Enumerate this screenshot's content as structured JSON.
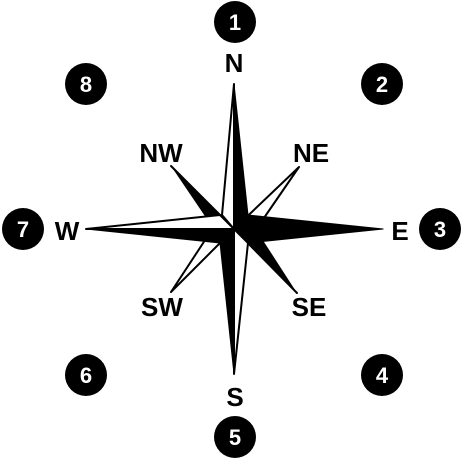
{
  "colors": {
    "ink": "#000000",
    "paper": "#ffffff"
  },
  "directions": [
    {
      "key": "n",
      "label": "N"
    },
    {
      "key": "ne",
      "label": "NE"
    },
    {
      "key": "e",
      "label": "E"
    },
    {
      "key": "se",
      "label": "SE"
    },
    {
      "key": "s",
      "label": "S"
    },
    {
      "key": "sw",
      "label": "SW"
    },
    {
      "key": "w",
      "label": "W"
    },
    {
      "key": "nw",
      "label": "NW"
    }
  ],
  "markers": [
    {
      "key": "n",
      "number": "1"
    },
    {
      "key": "ne",
      "number": "2"
    },
    {
      "key": "e",
      "number": "3"
    },
    {
      "key": "se",
      "number": "4"
    },
    {
      "key": "s",
      "number": "5"
    },
    {
      "key": "sw",
      "number": "6"
    },
    {
      "key": "w",
      "number": "7"
    },
    {
      "key": "nw",
      "number": "8"
    }
  ]
}
